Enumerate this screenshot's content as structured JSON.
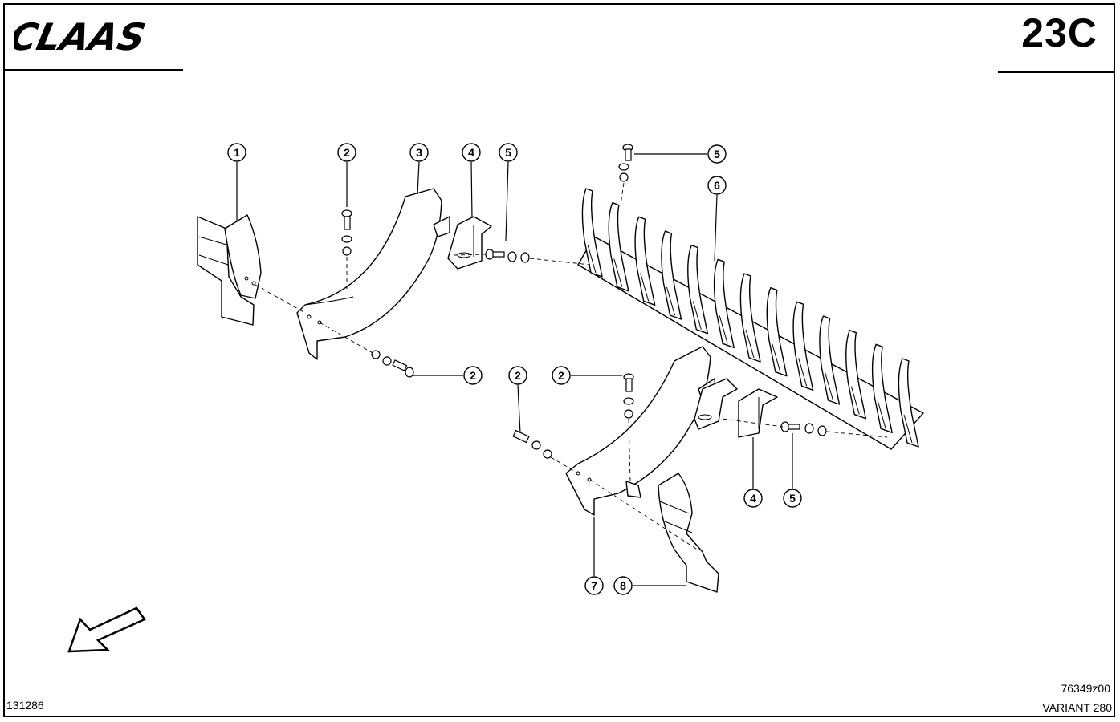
{
  "header": {
    "brand": "CLAAS",
    "page_code": "23C"
  },
  "footer": {
    "date_code": "131286",
    "drawing_number": "76349z00",
    "machine": "VARIANT 280"
  },
  "callouts": [
    {
      "id": "c1",
      "label": "1"
    },
    {
      "id": "c2a",
      "label": "2"
    },
    {
      "id": "c3",
      "label": "3"
    },
    {
      "id": "c4a",
      "label": "4"
    },
    {
      "id": "c5a",
      "label": "5"
    },
    {
      "id": "c5b",
      "label": "5"
    },
    {
      "id": "c6",
      "label": "6"
    },
    {
      "id": "c2b",
      "label": "2"
    },
    {
      "id": "c2c",
      "label": "2"
    },
    {
      "id": "c2d",
      "label": "2"
    },
    {
      "id": "c4b",
      "label": "4"
    },
    {
      "id": "c5c",
      "label": "5"
    },
    {
      "id": "c7",
      "label": "7"
    },
    {
      "id": "c8",
      "label": "8"
    }
  ]
}
